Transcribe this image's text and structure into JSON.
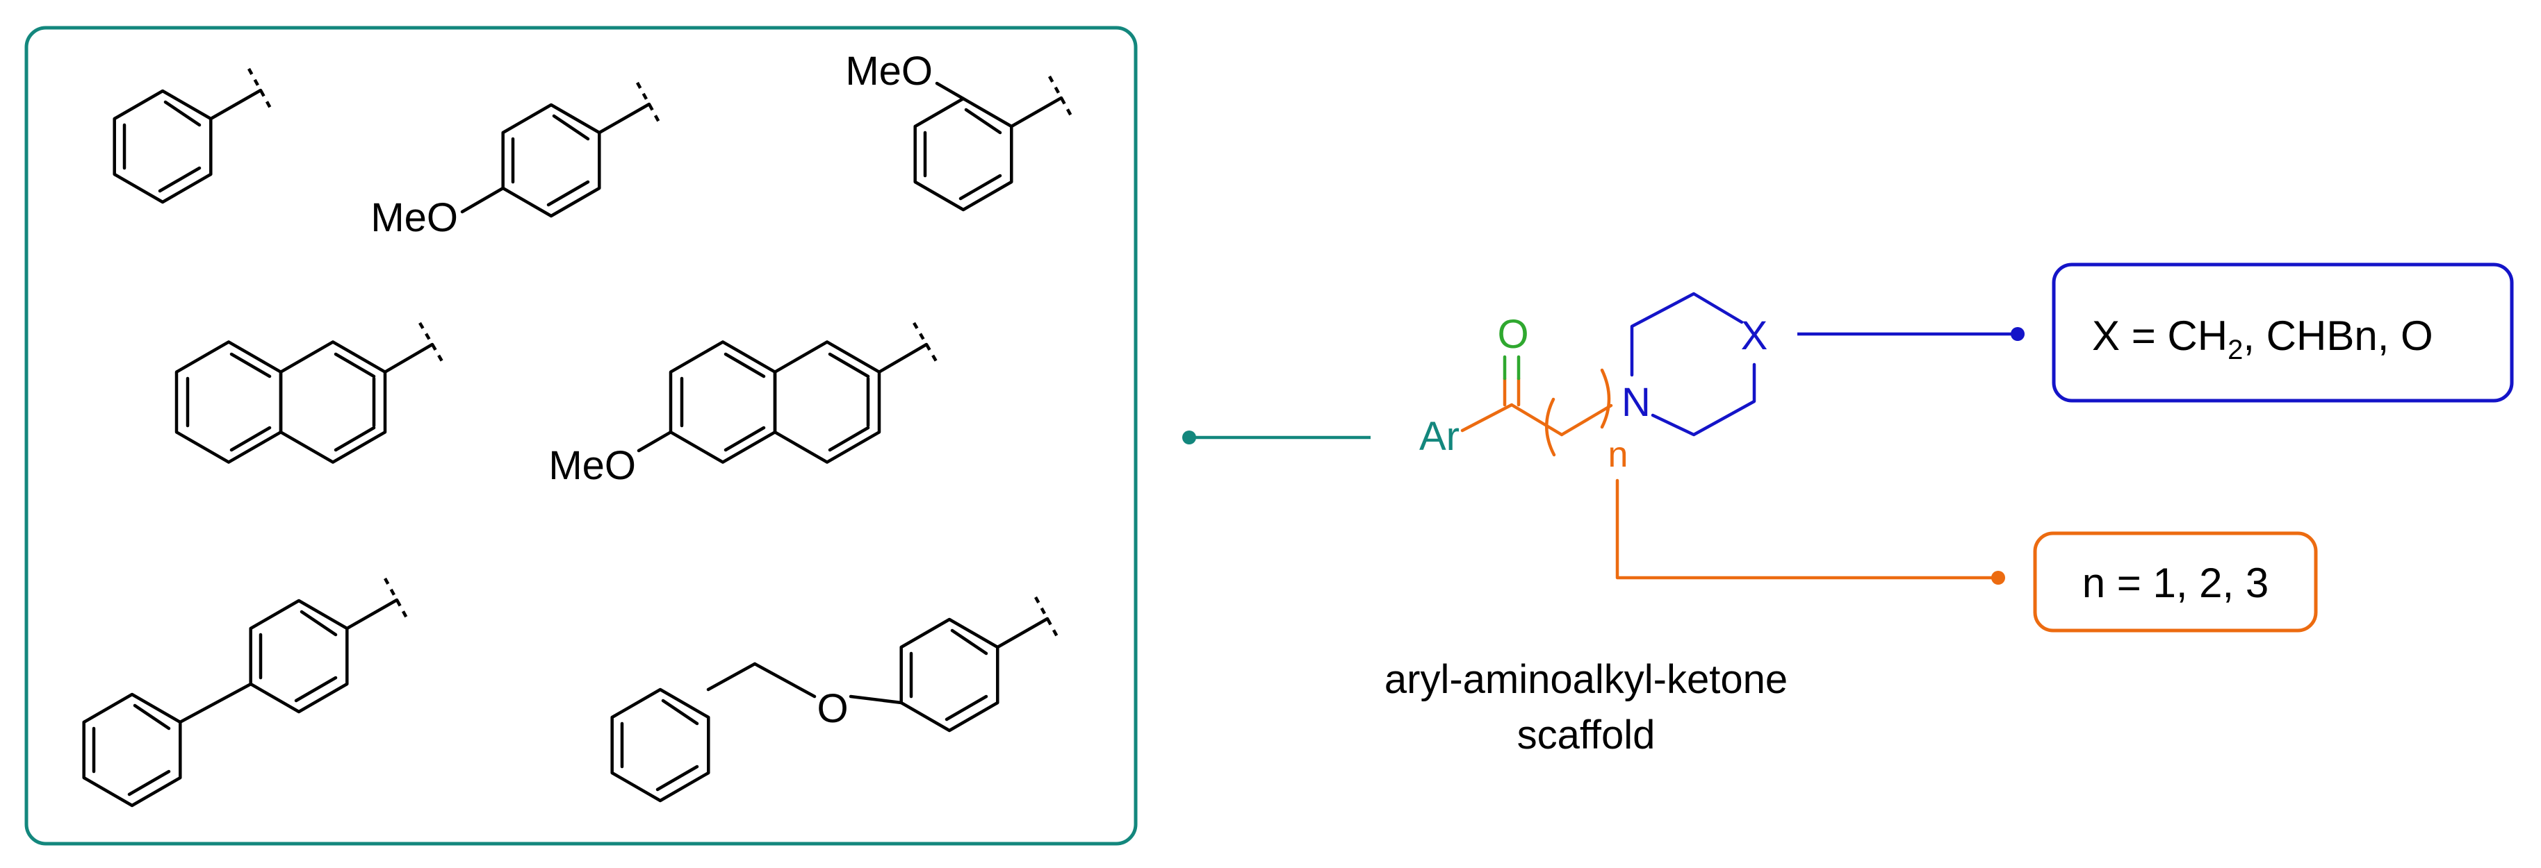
{
  "colors": {
    "teal": "#13877d",
    "blue": "#1414c8",
    "orange": "#ec6b10",
    "green": "#2fa82f",
    "black": "#000000"
  },
  "aryl_groups": {
    "g1": {},
    "g2": {
      "substituent": "MeO"
    },
    "g3": {
      "substituent": "MeO"
    },
    "g4": {},
    "g5": {
      "substituent": "MeO"
    },
    "g6": {},
    "g7": {
      "linker_atom": "O"
    }
  },
  "scaffold": {
    "ar_label": "Ar",
    "carbonyl_o": "O",
    "n_subscript": "n",
    "ring_n": "N",
    "ring_x": "X"
  },
  "box_x": {
    "prefix": "X = CH",
    "subscript": "2",
    "suffix": ", CHBn, O"
  },
  "box_n": {
    "text": "n = 1, 2, 3"
  },
  "caption": {
    "line1": "aryl-aminoalkyl-ketone",
    "line2": "scaffold"
  }
}
